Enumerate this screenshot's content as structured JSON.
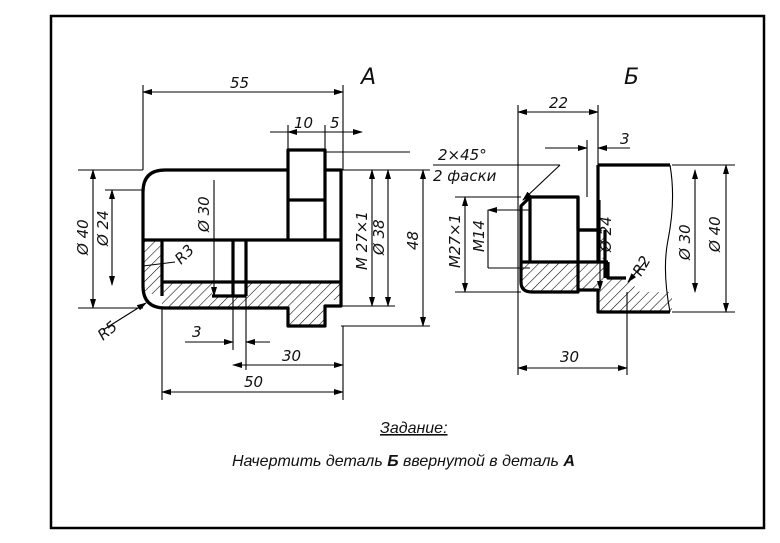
{
  "labels": {
    "part_a": "А",
    "part_b": "Б"
  },
  "dims_a": {
    "d55": "55",
    "d10": "10",
    "d5": "5",
    "d40": "Ø 40",
    "d24": "Ø 24",
    "d30": "Ø 30",
    "r3": "R3",
    "m27": "M 27×1",
    "d38": "Ø 38",
    "d48": "48",
    "r5": "R5",
    "d3": "3",
    "d30b": "30",
    "d50": "50"
  },
  "dims_b": {
    "d22": "22",
    "d3": "3",
    "chamfer": "2×45°",
    "chamfer_note": "2 фаски",
    "m27": "M27×1",
    "m14": "M14",
    "d24": "Ø 24",
    "r2": "R2",
    "d30": "Ø 30",
    "d40": "Ø 40",
    "d30b": "30"
  },
  "task": {
    "title": "Задание:",
    "text_1": "Начертить деталь ",
    "bold_b": "Б",
    "text_2": " ввернутой в деталь ",
    "bold_a": "А"
  }
}
